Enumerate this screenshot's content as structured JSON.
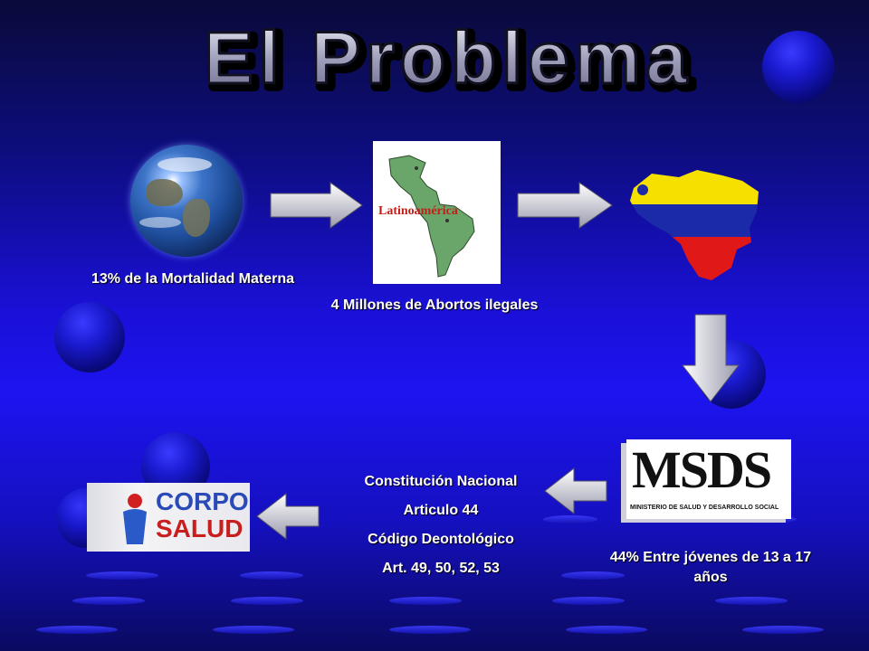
{
  "slide": {
    "title": "El Problema",
    "colors": {
      "background": "#1a10d8",
      "title_fill": "#9a9ab8",
      "arrow": "#d8d8e6"
    }
  },
  "nodes": {
    "globe": {
      "caption": "13% de la Mortalidad Materna",
      "icon": "earth-globe-icon"
    },
    "latam": {
      "map_label": "Latinoamérica",
      "caption": "4 Millones de Abortos ilegales",
      "icon": "latin-america-map-icon"
    },
    "venezuela": {
      "icon": "venezuela-flag-map-icon"
    },
    "msds": {
      "logo_text": "MSDS",
      "logo_subtitle": "MINISTERIO DE SALUD Y DESARROLLO SOCIAL",
      "caption": "44% Entre jóvenes de 13 a 17 años"
    },
    "law": {
      "lines": [
        "Constitución Nacional",
        "Articulo 44",
        "Código Deontológico",
        "Art. 49, 50, 52, 53"
      ]
    },
    "corposalud": {
      "logo_line1": "CORPO",
      "logo_line2": "SALUD"
    }
  }
}
